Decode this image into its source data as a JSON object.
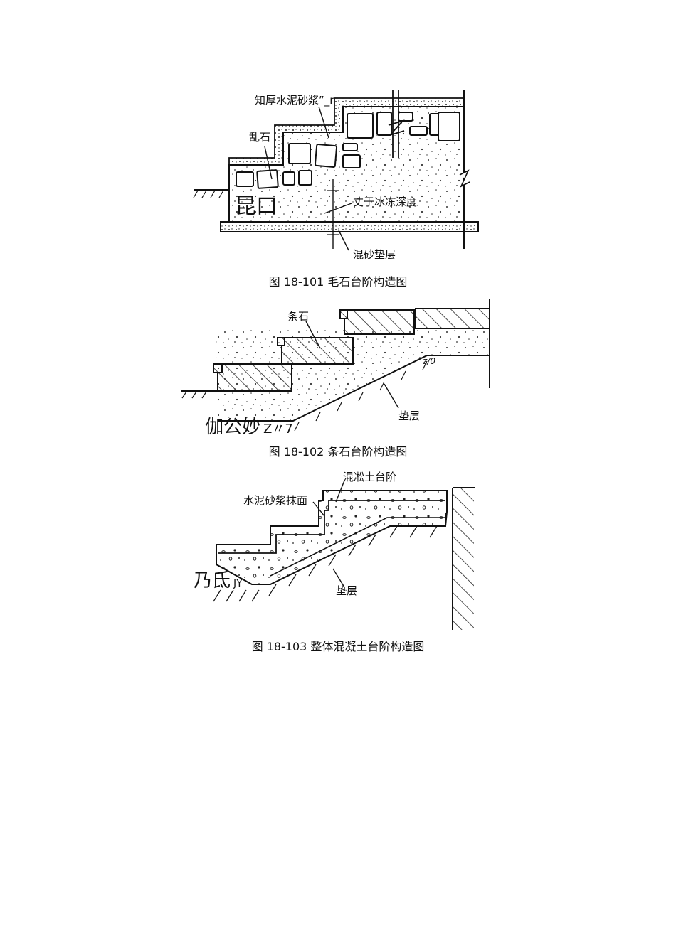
{
  "figure1": {
    "labels": {
      "mortar": "知厚水泥砂浆”_r",
      "rubble": "乱石",
      "depth": "丈于冰冻深度",
      "cushion": "混砂垫层",
      "stray": "昆口"
    },
    "caption": "图 18-101 毛石台阶构造图"
  },
  "figure2": {
    "labels": {
      "stone": "条石",
      "cushion": "垫层",
      "stray_main": "伽公妙",
      "stray_tail": "Z〃7",
      "mark": "z/0"
    },
    "caption": "图 18-102 条石台阶构造图"
  },
  "figure3": {
    "labels": {
      "concrete": "混凇土台阶",
      "finish": "水泥砂浆抹面",
      "cushion": "垫层",
      "stray_main": "乃氐",
      "stray_tail": "JY"
    },
    "caption": "图 18-103 整体混凝土台阶构造图"
  }
}
